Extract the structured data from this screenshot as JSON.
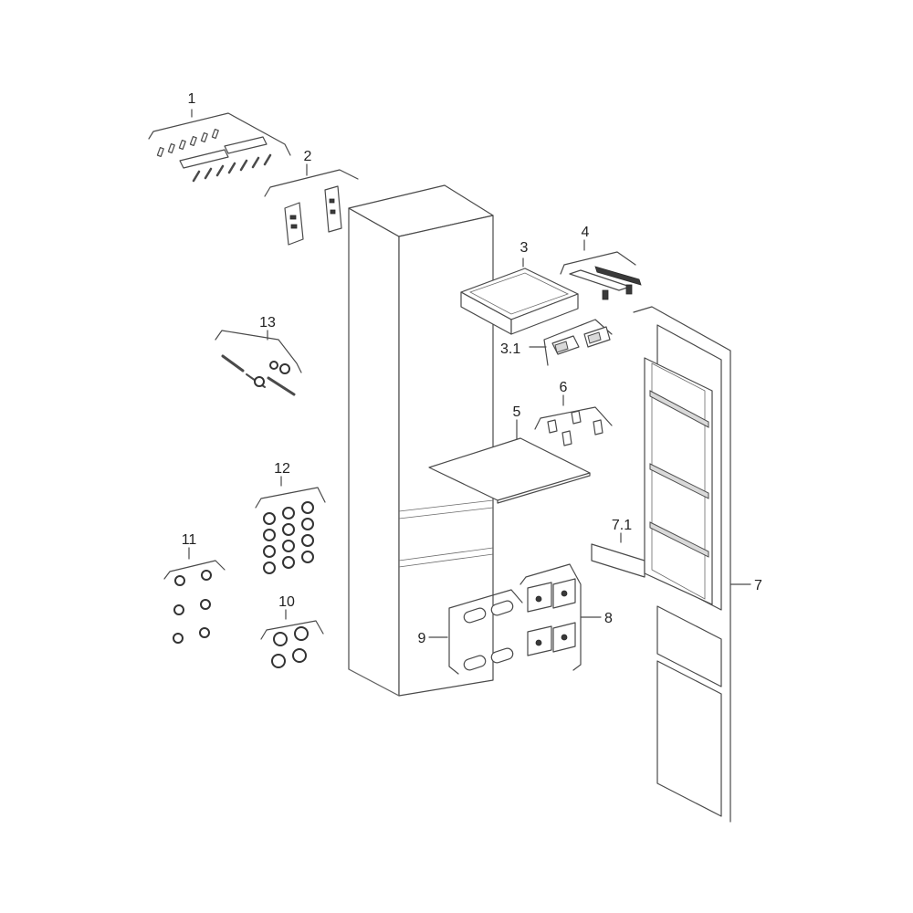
{
  "labels": {
    "p1": "1",
    "p2": "2",
    "p3": "3",
    "p3_1": "3.1",
    "p4": "4",
    "p5": "5",
    "p6": "6",
    "p7": "7",
    "p7_1": "7.1",
    "p8": "8",
    "p9": "9",
    "p10": "10",
    "p11": "11",
    "p12": "12",
    "p13": "13"
  }
}
